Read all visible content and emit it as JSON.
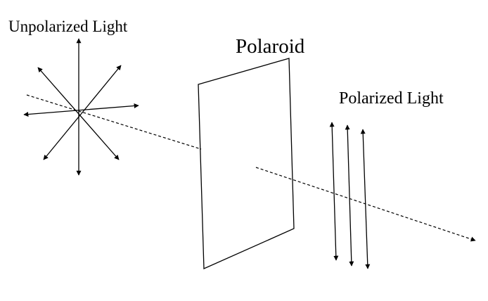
{
  "labels": {
    "unpolarized": "Unpolarized Light",
    "polaroid": "Polaroid",
    "polarized": "Polarized Light"
  },
  "colors": {
    "stroke": "#000000",
    "background": "#ffffff"
  }
}
